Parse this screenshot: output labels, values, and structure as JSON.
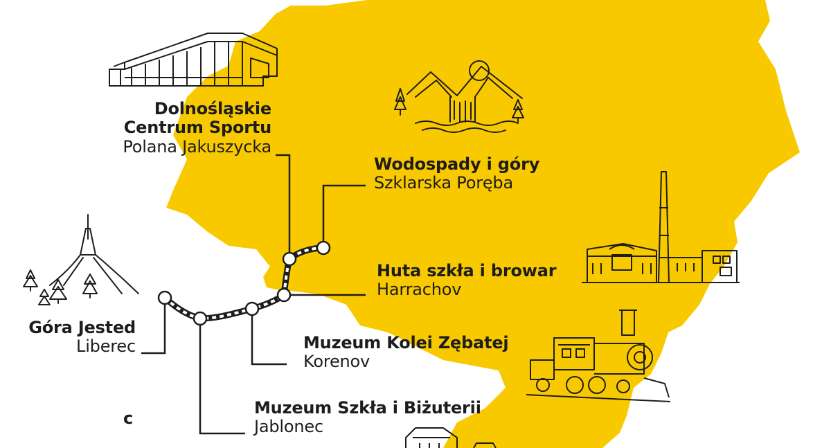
{
  "colors": {
    "region": "#f9c900",
    "ink": "#1d1d1b",
    "node_fill": "#ffffff"
  },
  "places": [
    {
      "name_line1": "Dolnośląskie",
      "name_line2": "Centrum Sportu",
      "town": "Polana Jakuszycka",
      "icon": "sports-center-icon"
    },
    {
      "name": "Wodospady i góry",
      "town": "Szklarska Poręba",
      "icon": "waterfall-mountains-icon"
    },
    {
      "name": "Huta szkła i browar",
      "town": "Harrachov",
      "icon": "glassworks-brewery-icon"
    },
    {
      "name": "Góra Jested",
      "town": "Liberec",
      "icon": "jested-tower-icon"
    },
    {
      "name": "Muzeum Kolei Zębatej",
      "town": "Korenov",
      "icon": "steam-locomotive-icon"
    },
    {
      "name": "Muzeum Szkła i Biżuterii",
      "town": "Jablonec",
      "icon": "museum-building-icon"
    }
  ],
  "fragment_glyph": "c"
}
